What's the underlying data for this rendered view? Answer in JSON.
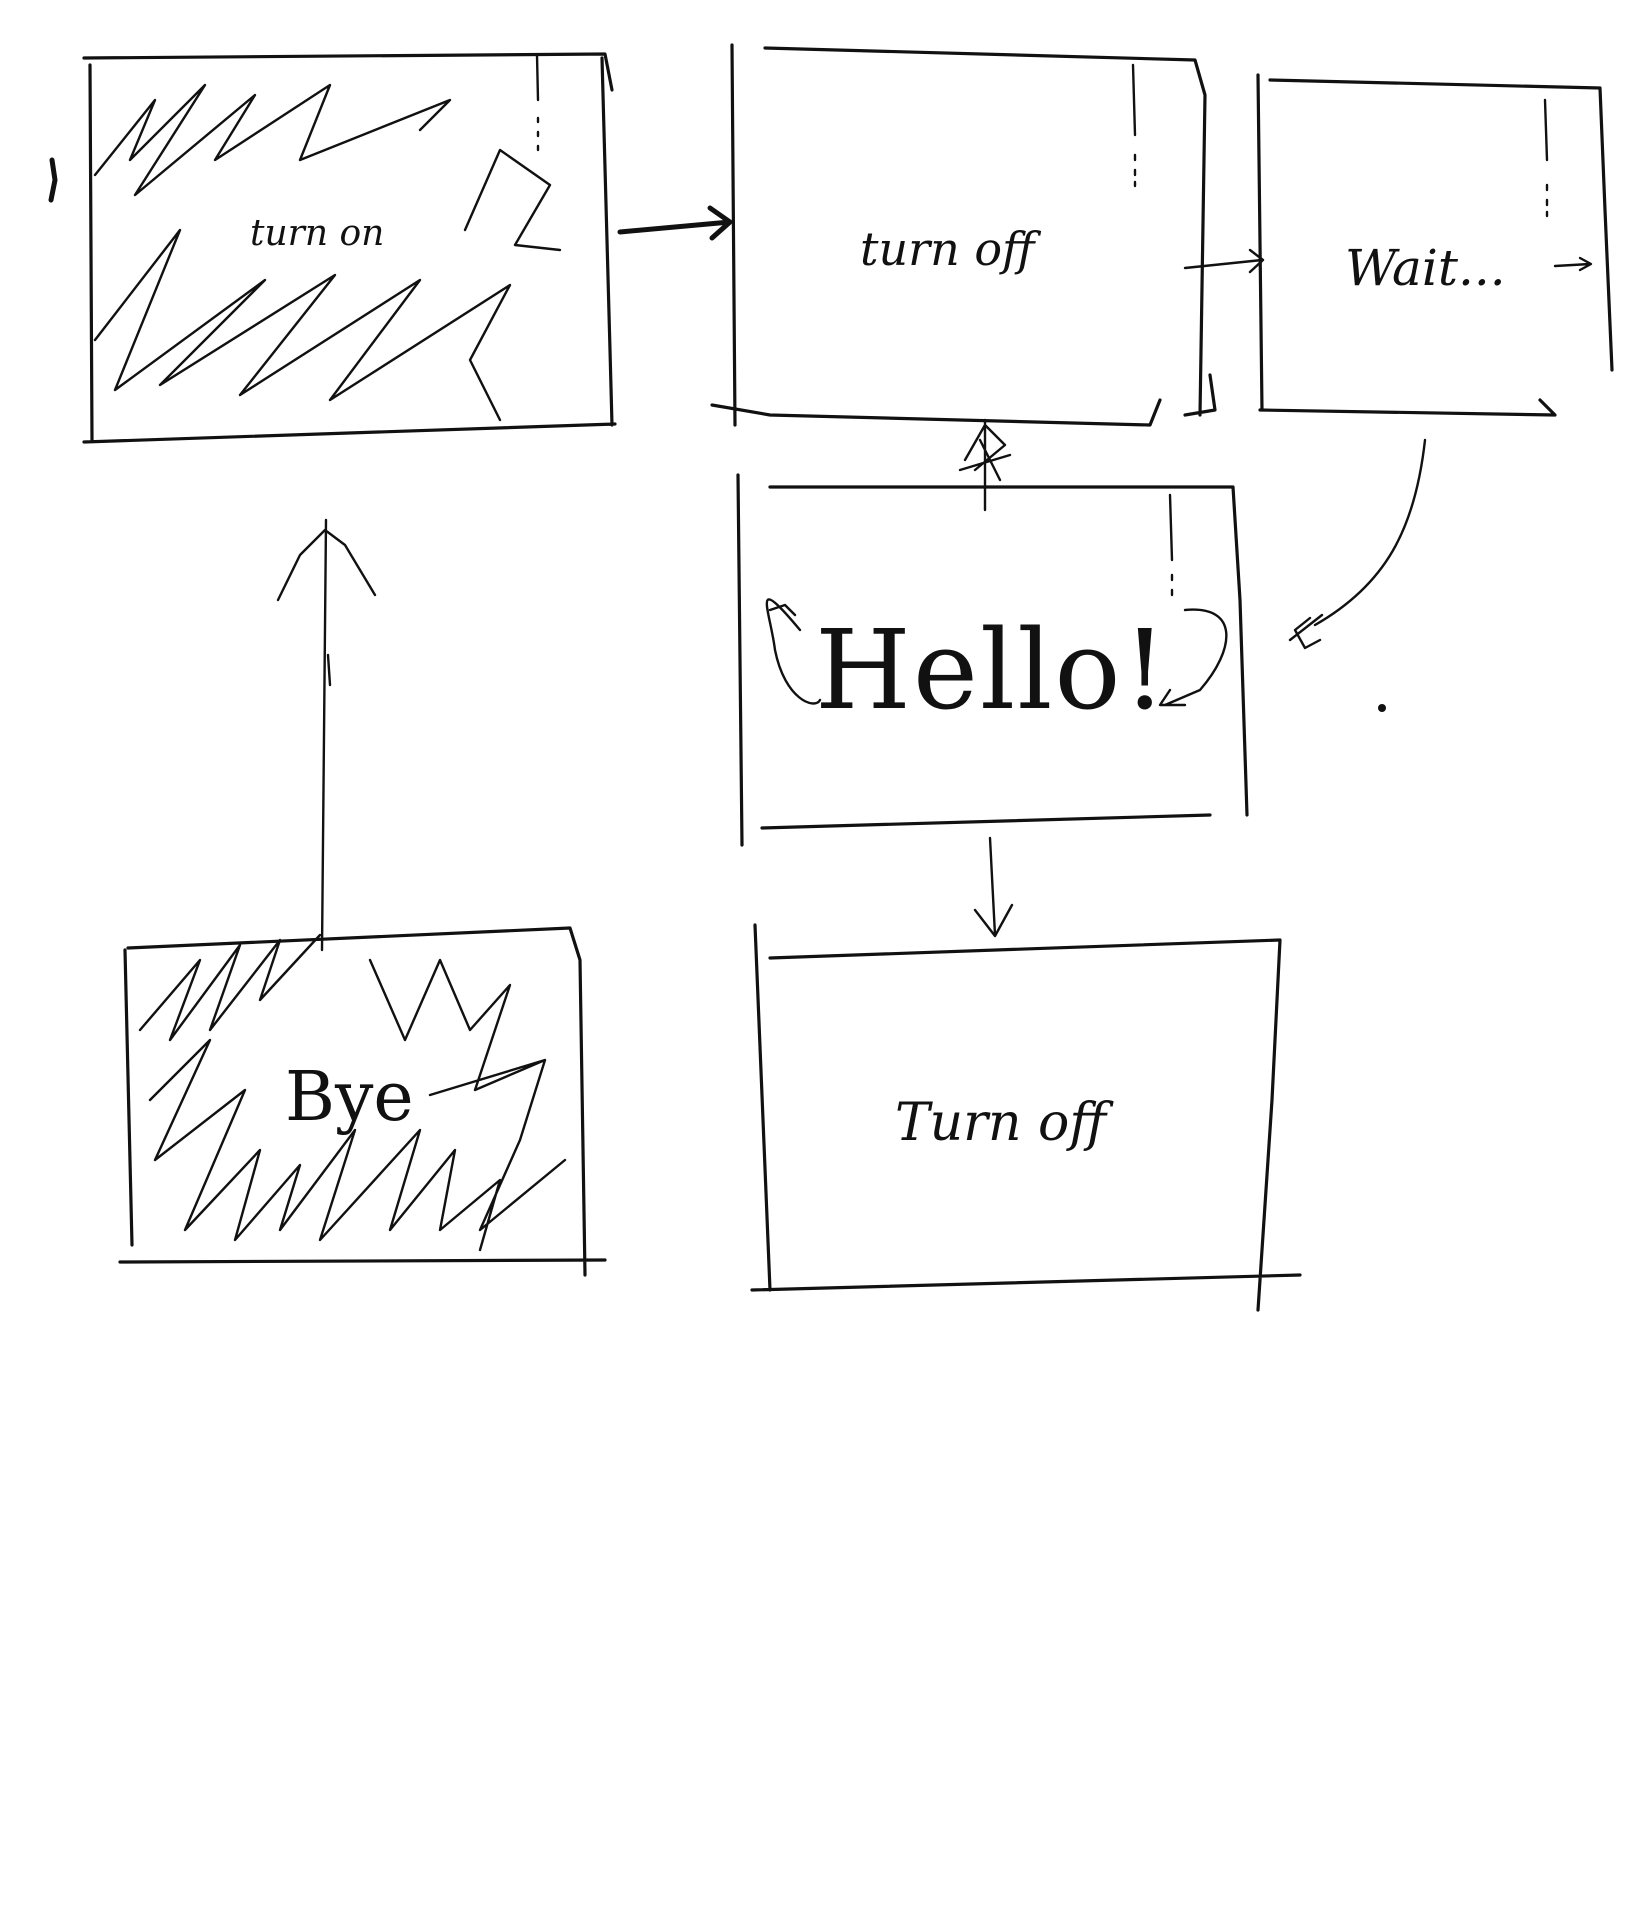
{
  "nodes": {
    "turn_on": {
      "label": "turn on"
    },
    "turn_off_top": {
      "label": "turn off"
    },
    "wait": {
      "label": "Wait..."
    },
    "hello": {
      "label": "Hello!"
    },
    "turn_off_bottom": {
      "label": "Turn off"
    },
    "bye": {
      "label": "Bye"
    }
  }
}
